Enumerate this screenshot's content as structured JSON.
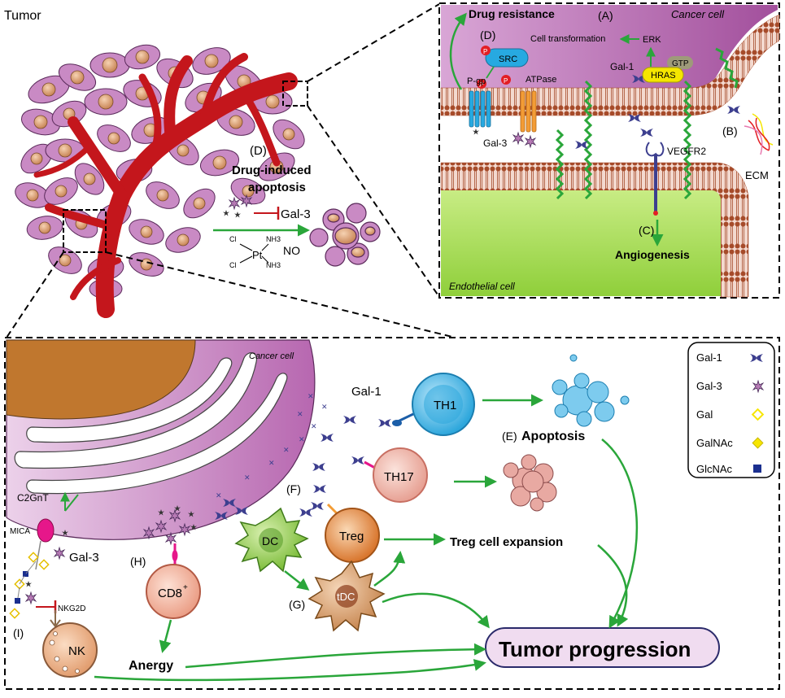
{
  "tumor": {
    "title": "Tumor",
    "drug_label": "(D)",
    "drug_title_line1": "Drug-induced",
    "drug_title_line2": "apoptosis",
    "gal3": "Gal-3",
    "no": "NO",
    "cl1": "Cl",
    "cl2": "Cl",
    "pt": "Pt",
    "nh3_1": "NH3",
    "nh3_2": "NH3"
  },
  "top_panel": {
    "drug_resistance": "Drug resistance",
    "label_a": "(A)",
    "cancer_cell": "Cancer cell",
    "label_d": "(D)",
    "src": "SRC",
    "p": "P",
    "cell_transformation": "Cell transformation",
    "erk": "ERK",
    "gal1": "Gal-1",
    "gtp": "GTP",
    "hras": "HRAS",
    "pgp": "P-gp",
    "atpase": "ATPase",
    "gal3": "Gal-3",
    "vegfr2": "VEGFR2",
    "label_b": "(B)",
    "ecm": "ECM",
    "label_c": "(C)",
    "angiogenesis": "Angiogenesis",
    "endothelial_cell": "Endothelial cell"
  },
  "bottom_panel": {
    "cancer_cell": "Cancer cell",
    "gal1": "Gal-1",
    "th1": "TH1",
    "th17": "TH17",
    "treg": "Treg",
    "dc": "DC",
    "tdc": "tDC",
    "cd8": "CD8",
    "cd8_sup": "+",
    "nk": "NK",
    "label_e": "(E)",
    "apoptosis": "Apoptosis",
    "label_f": "(F)",
    "label_g": "(G)",
    "label_h": "(H)",
    "label_i": "(I)",
    "treg_expansion": "Treg cell expansion",
    "tumor_progression": "Tumor progression",
    "anergy": "Anergy",
    "c2gnt": "C2GnT",
    "mica": "MICA",
    "gal3": "Gal-3",
    "nkg2d": "NKG2D"
  },
  "legend": {
    "items": [
      {
        "label": "Gal-1",
        "icon": "gal1-icon"
      },
      {
        "label": "Gal-3",
        "icon": "gal3-icon"
      },
      {
        "label": "Gal",
        "icon": "gal-diamond-icon",
        "color": "#f7e600"
      },
      {
        "label": "GalNAc",
        "icon": "galnac-diamond-icon",
        "color": "#f7e600"
      },
      {
        "label": "GlcNAc",
        "icon": "glcnac-square-icon",
        "color": "#1b2f8f"
      }
    ]
  },
  "colors": {
    "cancer_purple": "#c98ac4",
    "vessel_red": "#c4161c",
    "nucleus": "#e0a67a",
    "arrow_green": "#2aa63a",
    "endothelial_green": "#9bd346",
    "membrane": "#a64b2a"
  }
}
